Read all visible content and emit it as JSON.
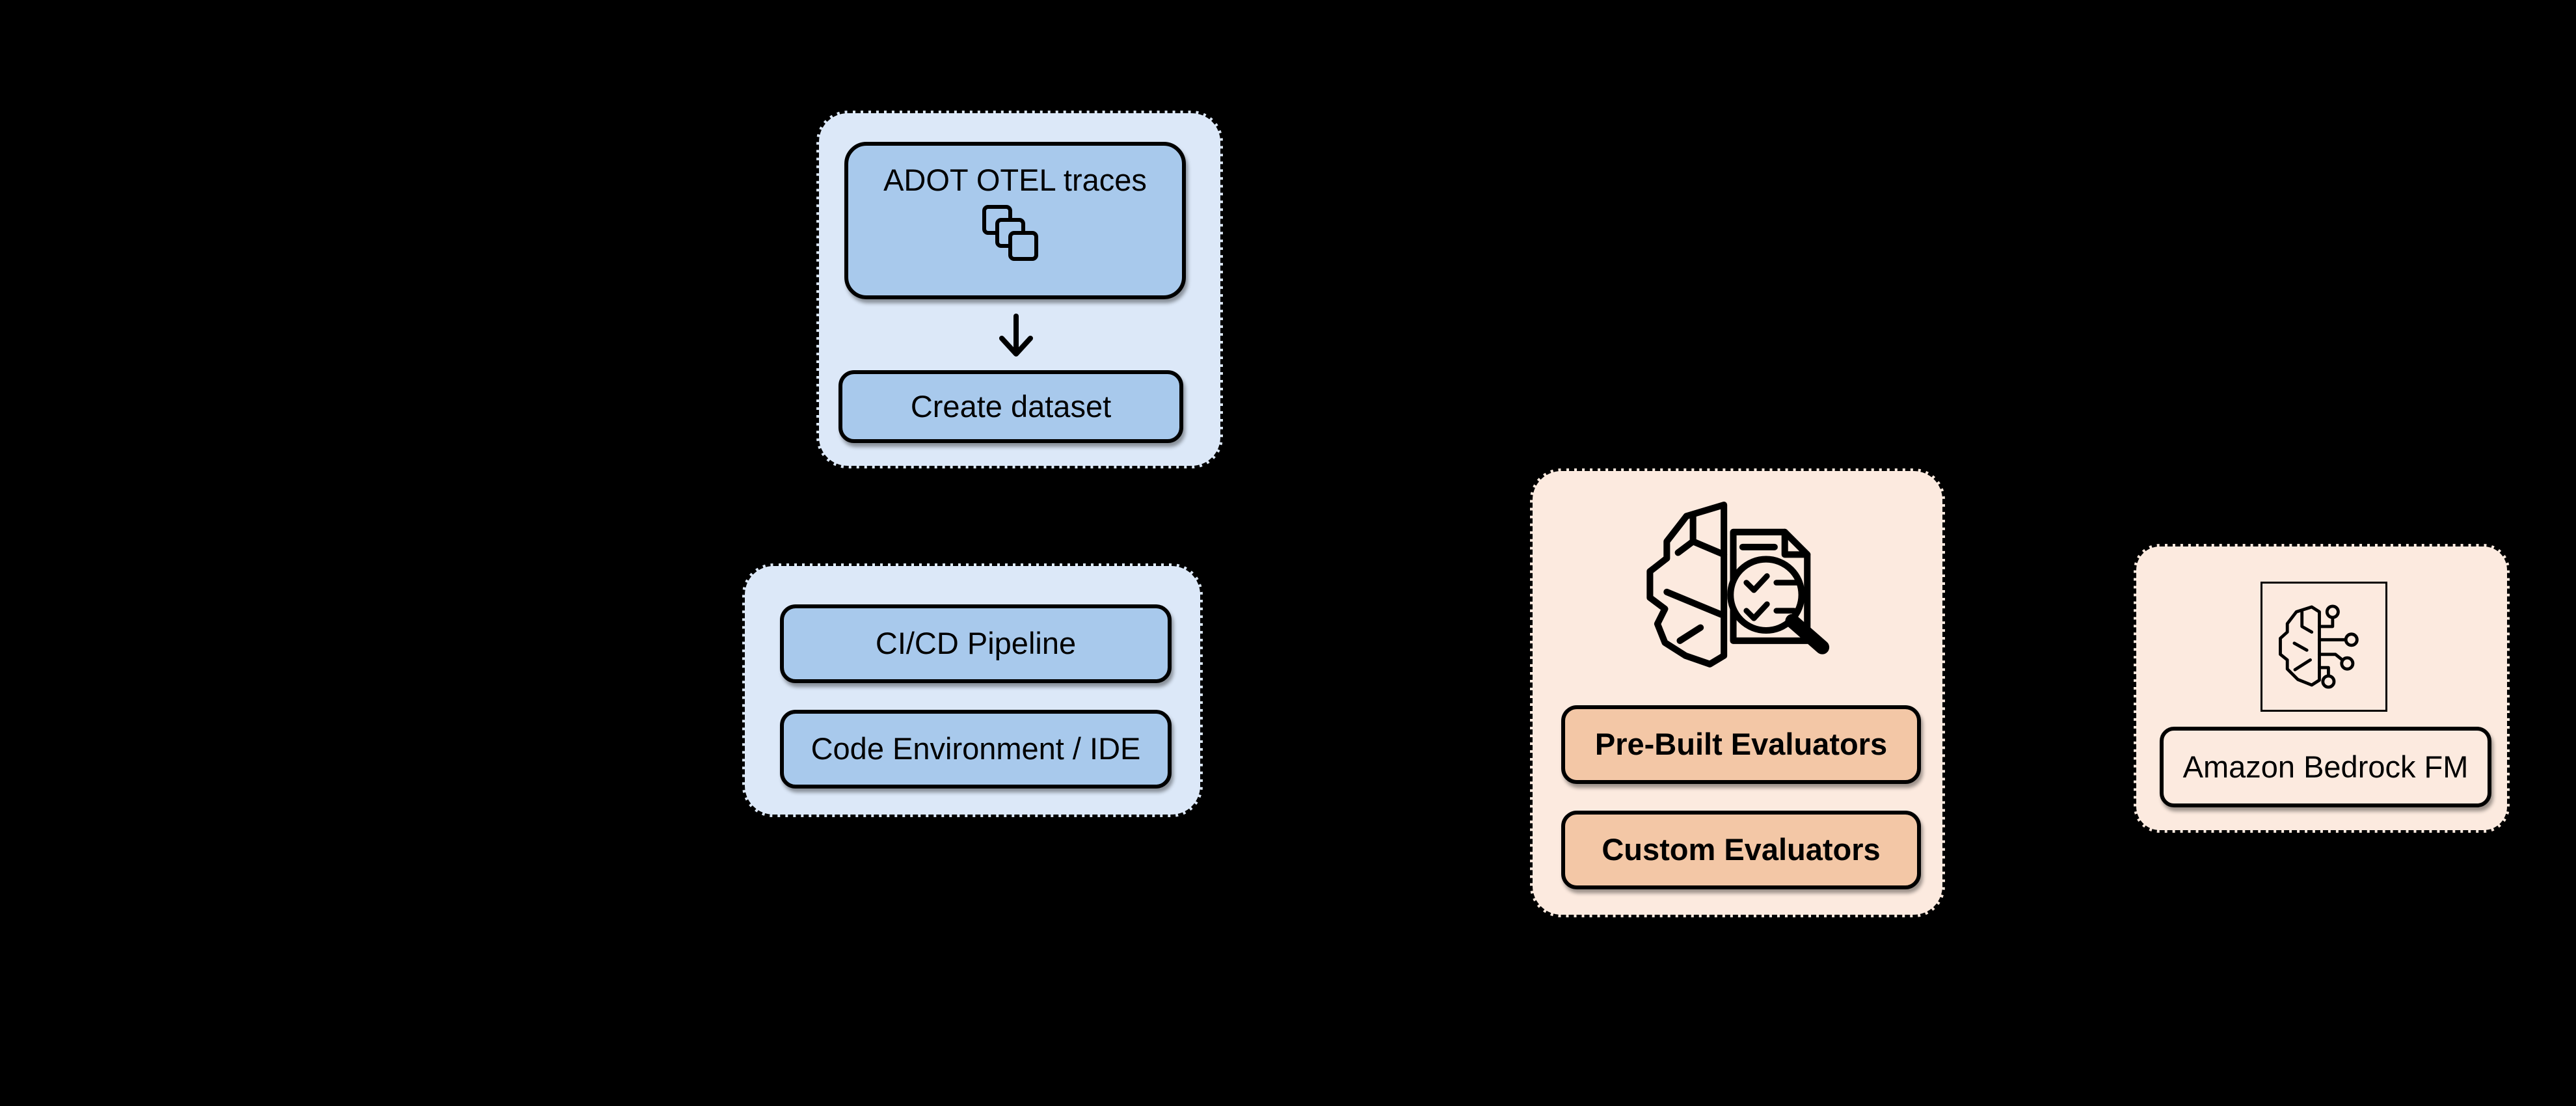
{
  "palette": {
    "blue_container": "#dce8f8",
    "blue_box": "#a8c9ec",
    "orange_container": "#fceadf",
    "orange_box": "#f3c7a6",
    "outline": "#000000",
    "canvas_bg": "#000000"
  },
  "groups": {
    "traces": {
      "source_label": "ADOT OTEL traces",
      "source_icon": "copy-stacked-squares-icon",
      "flow_icon": "down-arrow-icon",
      "dataset_label": "Create dataset"
    },
    "dev": {
      "pipeline_label": "CI/CD Pipeline",
      "ide_label": "Code Environment / IDE"
    },
    "evaluators": {
      "icon": "brain-document-magnifier-icon",
      "prebuilt_label": "Pre-Built Evaluators",
      "custom_label": "Custom Evaluators"
    },
    "bedrock": {
      "icon": "brain-circuit-icon",
      "model_label": "Amazon Bedrock FM"
    }
  }
}
